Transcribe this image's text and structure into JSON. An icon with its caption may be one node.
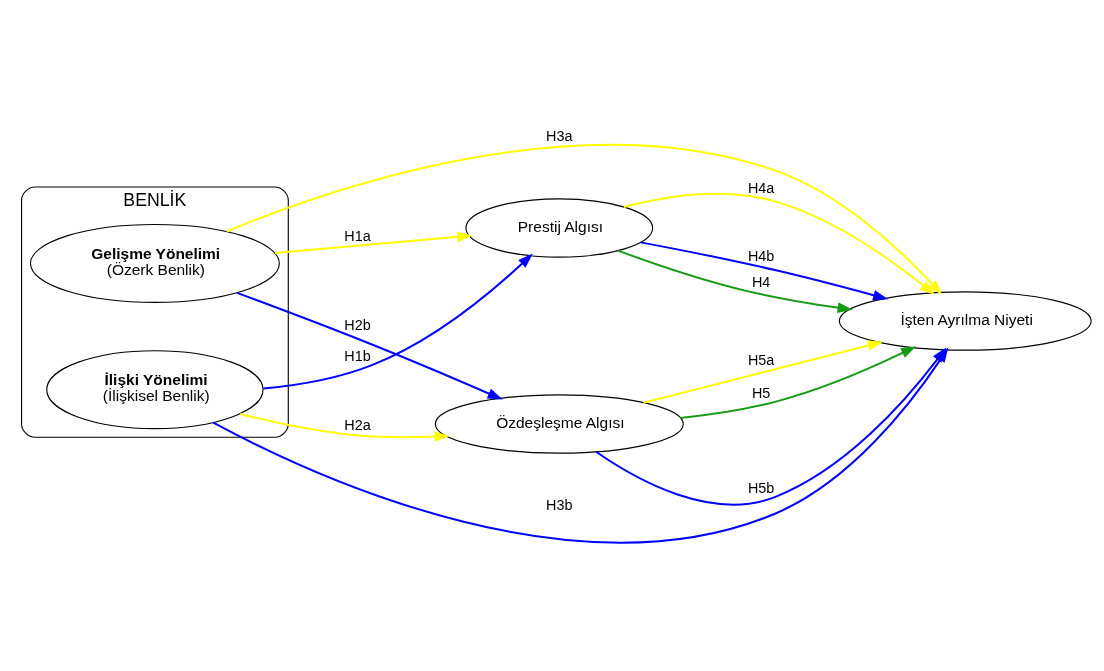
{
  "diagram": {
    "nodes": [
      {
        "text": [
          "BENLİK"
        ]
      },
      {
        "text": [
          "Gelişme Yönelimi",
          "(Özerk Benlik)"
        ],
        "in": 0
      },
      {
        "text": [
          "İlişki Yönelimi",
          "(İlişkisel Benlik)"
        ],
        "in": 0
      },
      {
        "text": [
          "Prestij Algısı"
        ]
      },
      {
        "text": [
          "Özdeşleşme Algısı"
        ]
      },
      {
        "text": [
          "İşten Ayrılma Niyeti"
        ]
      }
    ],
    "edges": [
      {
        "from": 1,
        "to": 3,
        "arrow": "to",
        "label": "H1a",
        "color": "#ffff00"
      },
      {
        "from": 2,
        "to": 3,
        "arrow": "to",
        "label": "H1b",
        "color": "#0000ff"
      },
      {
        "from": 1,
        "to": 5,
        "arrow": "to",
        "label": "H3a",
        "color": "#ffff00"
      },
      {
        "from": 2,
        "to": 5,
        "arrow": "to",
        "label": "H3b",
        "color": "#0000ff"
      },
      {
        "from": 1,
        "to": 4,
        "arrow": "to",
        "label": "H2b",
        "color": "#0000ff"
      },
      {
        "from": 2,
        "to": 4,
        "arrow": "to",
        "label": "H2a",
        "color": "#ffff00"
      },
      {
        "from": 3,
        "to": 5,
        "arrow": "to",
        "label": "H4",
        "color": "#169b16"
      },
      {
        "from": 3,
        "to": 5,
        "arrow": "to",
        "label": "H4a",
        "color": "#ffff00"
      },
      {
        "from": 3,
        "to": 5,
        "arrow": "to",
        "label": "H4b",
        "color": "#0000ff"
      },
      {
        "from": 4,
        "to": 5,
        "arrow": "to",
        "label": "H5b",
        "color": "#0000ff"
      },
      {
        "from": 4,
        "to": 5,
        "arrow": "to",
        "label": "H5a",
        "color": "#ffff00"
      },
      {
        "from": 4,
        "to": 5,
        "arrow": "to",
        "label": "H5",
        "color": "#169b16"
      }
    ]
  }
}
